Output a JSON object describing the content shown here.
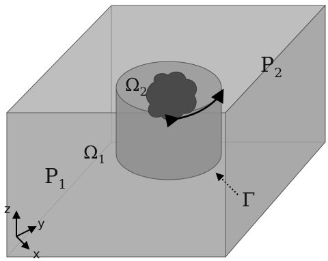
{
  "labels": {
    "omega2_base": "Ω",
    "omega2_sub": "2",
    "omega1_base": "Ω",
    "omega1_sub": "1",
    "p1_base": "P",
    "p1_sub": "1",
    "p2_base": "P",
    "p2_sub": "2",
    "gamma": "Γ"
  },
  "axes": {
    "z": "z",
    "y": "y",
    "x": "x"
  },
  "colors": {
    "box_fill": "#a6a6a6",
    "box_top": "#b3b3b3",
    "box_front": "#a0a0a0",
    "box_side": "#999999",
    "cylinder_side": "#8e8e8e",
    "cylinder_top": "#9e9e9e",
    "blob": "#4a4a4a",
    "outline": "#555555"
  },
  "icons": {
    "rotation": "curved-double-arrow-icon",
    "pointer": "dotted-arrow-icon"
  }
}
